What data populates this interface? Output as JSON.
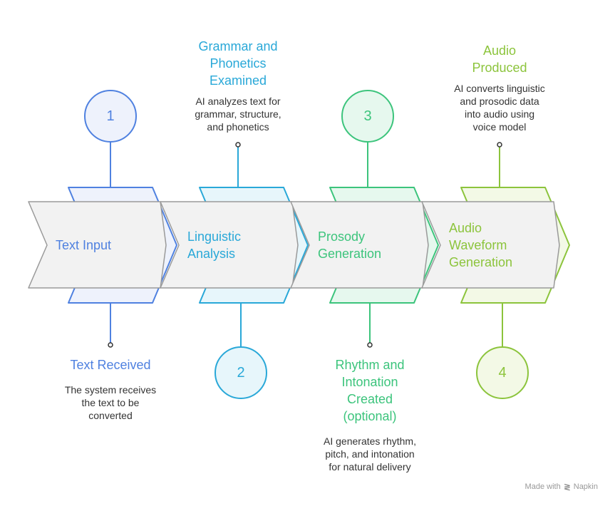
{
  "steps": [
    {
      "number": "1",
      "chevron_lines": [
        "Text Input"
      ],
      "heading_lines": [
        "Text Received"
      ],
      "desc_lines": [
        "The system receives",
        "the text to be",
        "converted"
      ],
      "color": "#4f81e0",
      "fill": "#eef2fc"
    },
    {
      "number": "2",
      "chevron_lines": [
        "Linguistic",
        "Analysis"
      ],
      "heading_lines": [
        "Grammar and",
        "Phonetics",
        "Examined"
      ],
      "desc_lines": [
        "AI analyzes text for",
        "grammar, structure,",
        "and phonetics"
      ],
      "color": "#29a8d8",
      "fill": "#e7f6fb"
    },
    {
      "number": "3",
      "chevron_lines": [
        "Prosody",
        "Generation"
      ],
      "heading_lines": [
        "Rhythm and",
        "Intonation",
        "Created",
        "(optional)"
      ],
      "desc_lines": [
        "AI generates rhythm,",
        "pitch, and intonation",
        "for natural delivery"
      ],
      "color": "#3cc47c",
      "fill": "#e6f8ee"
    },
    {
      "number": "4",
      "chevron_lines": [
        "Audio",
        "Waveform",
        "Generation"
      ],
      "heading_lines": [
        "Audio",
        "Produced"
      ],
      "desc_lines": [
        "AI converts linguistic",
        "and prosodic data",
        "into audio using",
        "voice model"
      ],
      "color": "#8cc43c",
      "fill": "#f3f9e6"
    }
  ],
  "credit": {
    "text": "Made with",
    "brand": "Napkin",
    "icon": "napkin-logo-icon"
  }
}
